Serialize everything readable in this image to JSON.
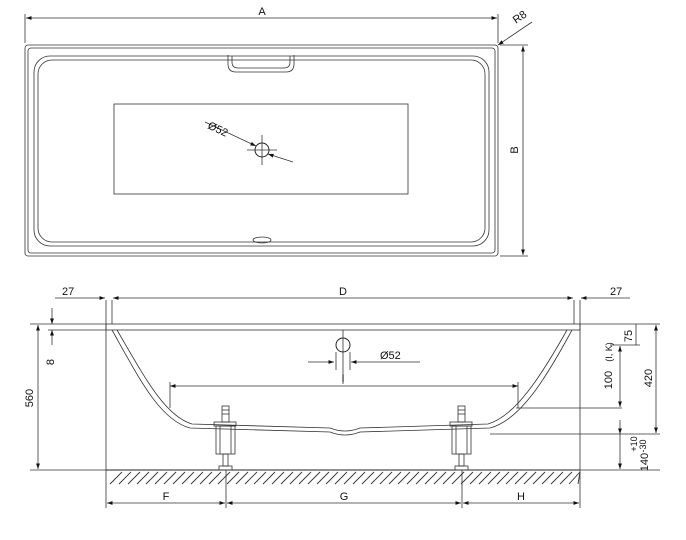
{
  "top_view": {
    "dim_a": "A",
    "dim_b": "B",
    "radius": "R8",
    "drain_diameter": "Ø52"
  },
  "side_view": {
    "dim_d": "D",
    "left_27": "27",
    "right_27": "27",
    "dim_8": "8",
    "dim_560": "560",
    "dim_75": "75",
    "dim_420": "420",
    "dim_100": "100",
    "dim_100_note": "(I, K)",
    "drain_diameter": "Ø52",
    "dim_i": "I",
    "dim_10": "+10",
    "dim_30": "-30",
    "dim_140": "140",
    "dim_f": "F",
    "dim_g": "G",
    "dim_h": "H"
  }
}
